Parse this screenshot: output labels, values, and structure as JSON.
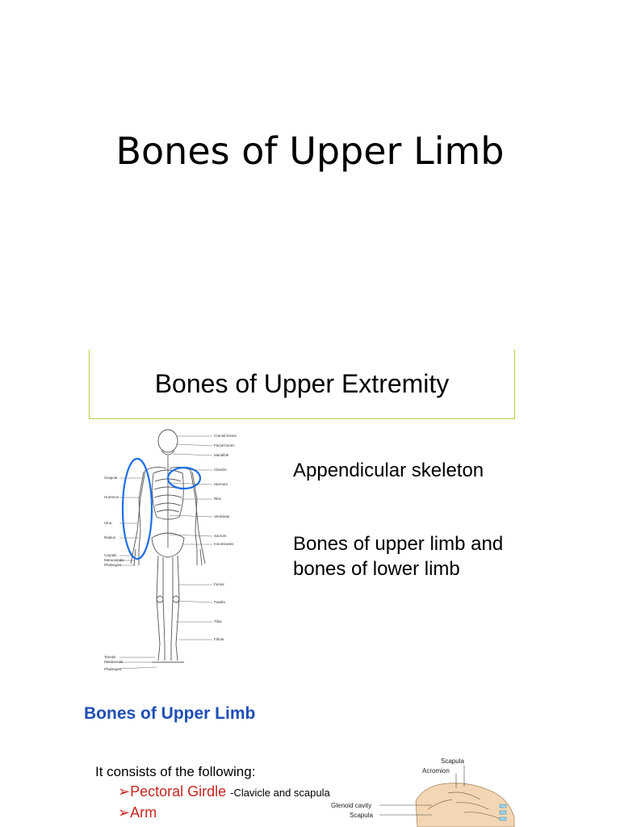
{
  "slide1": {
    "title": "Bones of Upper Limb"
  },
  "slide2": {
    "box_title": "Bones of Upper Extremity",
    "text1": "Appendicular skeleton",
    "text2_line1": "Bones of upper limb and",
    "text2_line2": "bones of lower limb",
    "skeleton_labels_right": [
      "Cranial bones",
      "Facial bones",
      "Mandible",
      "Clavicle",
      "Sternum",
      "Ribs",
      "Vertebrae",
      "Sacrum",
      "Innominates",
      "Femur",
      "Patella",
      "Tibia",
      "Fibula"
    ],
    "skeleton_labels_left": [
      "Scapula",
      "Humerus",
      "Ulna",
      "Radius",
      "Carpals",
      "Metacarpals",
      "Phalanges",
      "Tarsals",
      "Metatarsals",
      "Phalanges"
    ]
  },
  "slide3": {
    "heading": "Bones of Upper Limb",
    "intro": "It  consists of the following:",
    "items": [
      {
        "label": "Pectoral Girdle",
        "note": "-Clavicle and scapula"
      },
      {
        "label": "Arm",
        "note": ""
      }
    ],
    "shoulder_labels": [
      "Scapula",
      "Acromion",
      "Glenoid cavity",
      "Scapula"
    ]
  },
  "colors": {
    "box_border": "#b7cf3a",
    "heading_blue": "#1f4fb5",
    "item_red": "#c9261f",
    "oval_blue": "#1e6fe8"
  }
}
